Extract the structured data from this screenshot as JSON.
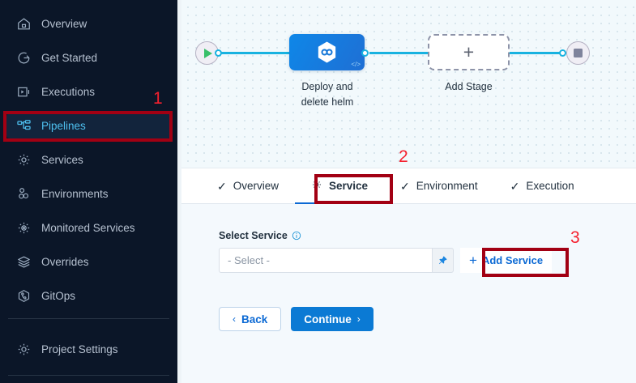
{
  "sidebar": {
    "items": [
      {
        "label": "Overview",
        "icon": "home-icon",
        "active": false
      },
      {
        "label": "Get Started",
        "icon": "get-started-icon",
        "active": false
      },
      {
        "label": "Executions",
        "icon": "executions-icon",
        "active": false
      },
      {
        "label": "Pipelines",
        "icon": "pipelines-icon",
        "active": true
      },
      {
        "label": "Services",
        "icon": "gear-icon",
        "active": false
      },
      {
        "label": "Environments",
        "icon": "environments-icon",
        "active": false
      },
      {
        "label": "Monitored Services",
        "icon": "monitored-services-icon",
        "active": false
      },
      {
        "label": "Overrides",
        "icon": "layers-icon",
        "active": false
      },
      {
        "label": "GitOps",
        "icon": "gitops-icon",
        "active": false
      }
    ],
    "footer_item": {
      "label": "Project Settings",
      "icon": "gear-icon"
    }
  },
  "canvas": {
    "start_node": "start-play-icon",
    "end_node": "end-stop-icon",
    "stage": {
      "label_line1": "Deploy and",
      "label_line2": "delete helm",
      "icon": "helm-hexagon-icon",
      "badge": "</>"
    },
    "add_stage": {
      "label": "Add Stage",
      "icon": "plus-icon"
    }
  },
  "tabs": [
    {
      "label": "Overview",
      "icon": "check-icon",
      "active": false
    },
    {
      "label": "Service",
      "icon": "gear-icon",
      "active": true
    },
    {
      "label": "Environment",
      "icon": "check-icon",
      "active": false
    },
    {
      "label": "Execution",
      "icon": "check-icon",
      "active": false
    }
  ],
  "form": {
    "select_service_label": "Select Service",
    "info_icon": "info-icon",
    "select_placeholder": "- Select -",
    "pin_icon": "pin-icon",
    "add_service_label": "Add Service",
    "add_service_plus": "+",
    "back_label": "Back",
    "continue_label": "Continue",
    "back_chevron": "‹",
    "continue_chevron": "›"
  },
  "annotations": [
    {
      "number": "1",
      "target": "sidebar-pipelines"
    },
    {
      "number": "2",
      "target": "tab-service"
    },
    {
      "number": "3",
      "target": "add-service-button"
    }
  ],
  "colors": {
    "sidebar_bg": "#0b1628",
    "accent_blue": "#0b69d4",
    "pipeline_blue": "#18b2e0",
    "annotation_red": "#a20013",
    "annotation_number_red": "#f5202e"
  }
}
